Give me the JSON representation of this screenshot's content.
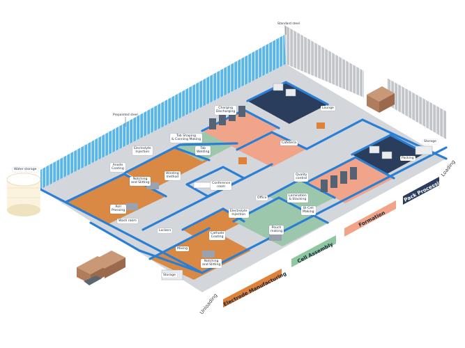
{
  "annotations": {
    "standard_steel": "Standard steel",
    "prepainted_steel": "Prepainted steel"
  },
  "rooms": {
    "water_storage": "Water storage",
    "charging_discharging": "Charging\nDischarging",
    "lounge": "Lounge",
    "tab_shaping": "Tab Shaping\n& Canning Making",
    "cafeteria": "Cafeteria",
    "electrolyte_injection_top": "Electrolyte\nInjection",
    "tab_welding": "Tab\nWelding",
    "anode_coating": "Anode\nCoating",
    "winding_method": "Winding\nmethod",
    "conference_room": "Conference\nroom",
    "notching_top": "Notching\nand Slitting",
    "storage_right": "Storage",
    "packing": "Packing",
    "quality_control": "Quality\ncontrol",
    "office": "Office",
    "lamination": "Lamination\n& Stacking",
    "roll_pressing": "Roll\nPressing",
    "electrolyte_injection_mid": "Electrolyte\nInjection",
    "bi_cell_making": "Bi-Cell\nMaking",
    "wash_room": "Wash room",
    "lockers": "Lockers",
    "pouch_making": "Pouch\nmaking",
    "cathode_coating": "Cathode\nCoating",
    "mixing": "Mixing",
    "notching_bottom": "Notching\nand Slitting",
    "storage_bottom": "Storage"
  },
  "zones": {
    "electrode_manufacturing": "Electrode Manufacturing",
    "cell_assembly": "Cell Assembly",
    "formation": "Formation",
    "pack_processing": "Pack Processing",
    "loading": "Loading",
    "unloading": "Unloading"
  },
  "colors": {
    "wall_blue": "#2a7fd4",
    "wall_dark": "#1d5fa8",
    "fence": "#5ab6e8",
    "floor_grey": "#d3d6da",
    "orange_floor": "#d98944",
    "salmon_floor": "#f0a48a",
    "green_floor": "#9cc7ad",
    "navy_floor": "#2a3d5c",
    "steel_grey": "#b9bcc0",
    "tag_orange": "#e0813a",
    "tag_green": "#8fc7a0",
    "tag_salmon": "#f3a488",
    "tag_navy": "#2a3d5c"
  }
}
